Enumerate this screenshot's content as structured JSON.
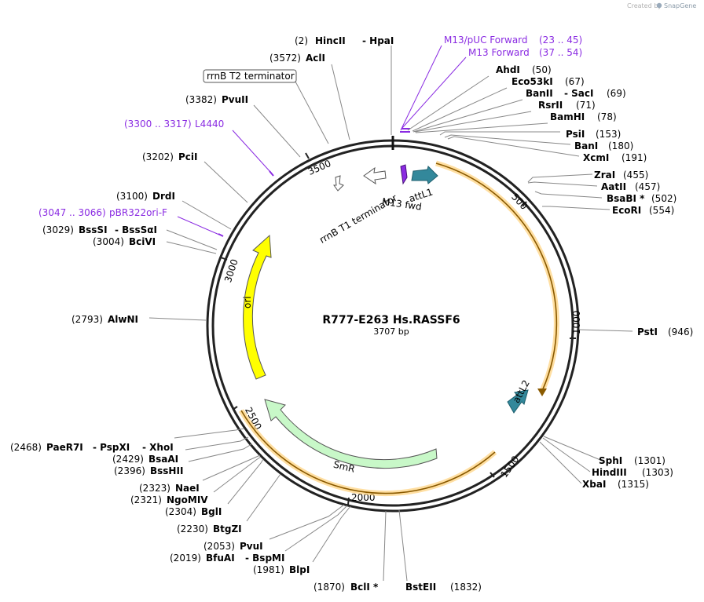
{
  "watermark": {
    "created_by": "Created by",
    "brand": "SnapGene"
  },
  "plasmid": {
    "name": "R777-E263 Hs.RASSF6",
    "length": "3707 bp"
  },
  "ticks": {
    "t500": "500",
    "t1000": "1000",
    "t1500": "1500",
    "t2000": "2000",
    "t2500": "2500",
    "t3000": "3000",
    "t3500": "3500"
  },
  "features": {
    "ori": "ori",
    "smr": "SmR",
    "attl1": "attL1",
    "attl2": "attL2",
    "m13fwd": "M13 fwd",
    "rrnbt1": "rrnB T1 terminator",
    "rrnbt2": "rrnB T2 terminator"
  },
  "primers": {
    "m13puc": {
      "name": "M13/pUC Forward",
      "pos": "(23 .. 45)"
    },
    "m13f": {
      "name": "M13 Forward",
      "pos": "(37 .. 54)"
    },
    "l4440": {
      "name": "L4440",
      "pos": "(3300 .. 3317)"
    },
    "pbr322": {
      "name": "pBR322ori-F",
      "pos": "(3047 .. 3066)"
    }
  },
  "sites": {
    "hincii": {
      "pos": "(2)",
      "name": "HincII",
      "name2": "- HpaI"
    },
    "acii": {
      "pos": "(3572)",
      "name": "AclI"
    },
    "pvuii": {
      "pos": "(3382)",
      "name": "PvuII"
    },
    "pcii": {
      "pos": "(3202)",
      "name": "PciI"
    },
    "drdi": {
      "pos": "(3100)",
      "name": "DrdI"
    },
    "bsssi": {
      "pos": "(3029)",
      "name": "BssSI",
      "name2": "- BssSαI"
    },
    "bcivi": {
      "pos": "(3004)",
      "name": "BciVI"
    },
    "alwni": {
      "pos": "(2793)",
      "name": "AlwNI"
    },
    "ahdi": {
      "name": "AhdI",
      "pos": "(50)"
    },
    "eco53ki": {
      "name": "Eco53kI",
      "pos": "(67)"
    },
    "banii": {
      "name": "BanII",
      "name2": "- SacI",
      "pos": "(69)"
    },
    "rsrii": {
      "name": "RsrII",
      "pos": "(71)"
    },
    "bamhi": {
      "name": "BamHI",
      "pos": "(78)"
    },
    "psii": {
      "name": "PsiI",
      "pos": "(153)"
    },
    "bani": {
      "name": "BanI",
      "pos": "(180)"
    },
    "xcmi": {
      "name": "XcmI",
      "pos": "(191)"
    },
    "zrai": {
      "name": "ZraI",
      "pos": "(455)"
    },
    "aatii": {
      "name": "AatII",
      "pos": "(457)"
    },
    "bsabi": {
      "name": "BsaBI *",
      "pos": "(502)"
    },
    "ecori": {
      "name": "EcoRI",
      "pos": "(554)"
    },
    "psti": {
      "name": "PstI",
      "pos": "(946)"
    },
    "sphi": {
      "name": "SphI",
      "pos": "(1301)"
    },
    "hindiii": {
      "name": "HindIII",
      "pos": "(1303)"
    },
    "xbai": {
      "name": "XbaI",
      "pos": "(1315)"
    },
    "bsteii": {
      "name": "BstEII",
      "pos": "(1832)"
    },
    "bcli": {
      "pos": "(1870)",
      "name": "BclI *"
    },
    "blpi": {
      "pos": "(1981)",
      "name": "BlpI"
    },
    "bfuai": {
      "pos": "(2019)",
      "name": "BfuAI",
      "name2": "- BspMI"
    },
    "pvui": {
      "pos": "(2053)",
      "name": "PvuI"
    },
    "btgzi": {
      "pos": "(2230)",
      "name": "BtgZI"
    },
    "bgli": {
      "pos": "(2304)",
      "name": "BglI"
    },
    "ngomiv": {
      "pos": "(2321)",
      "name": "NgoMIV"
    },
    "naei": {
      "pos": "(2323)",
      "name": "NaeI"
    },
    "bsshii": {
      "pos": "(2396)",
      "name": "BssHII"
    },
    "bsaai": {
      "pos": "(2429)",
      "name": "BsaAI"
    },
    "paer7i": {
      "pos": "(2468)",
      "name": "PaeR7I",
      "name2": "- PspXI",
      "name3": "- XhoI"
    }
  }
}
